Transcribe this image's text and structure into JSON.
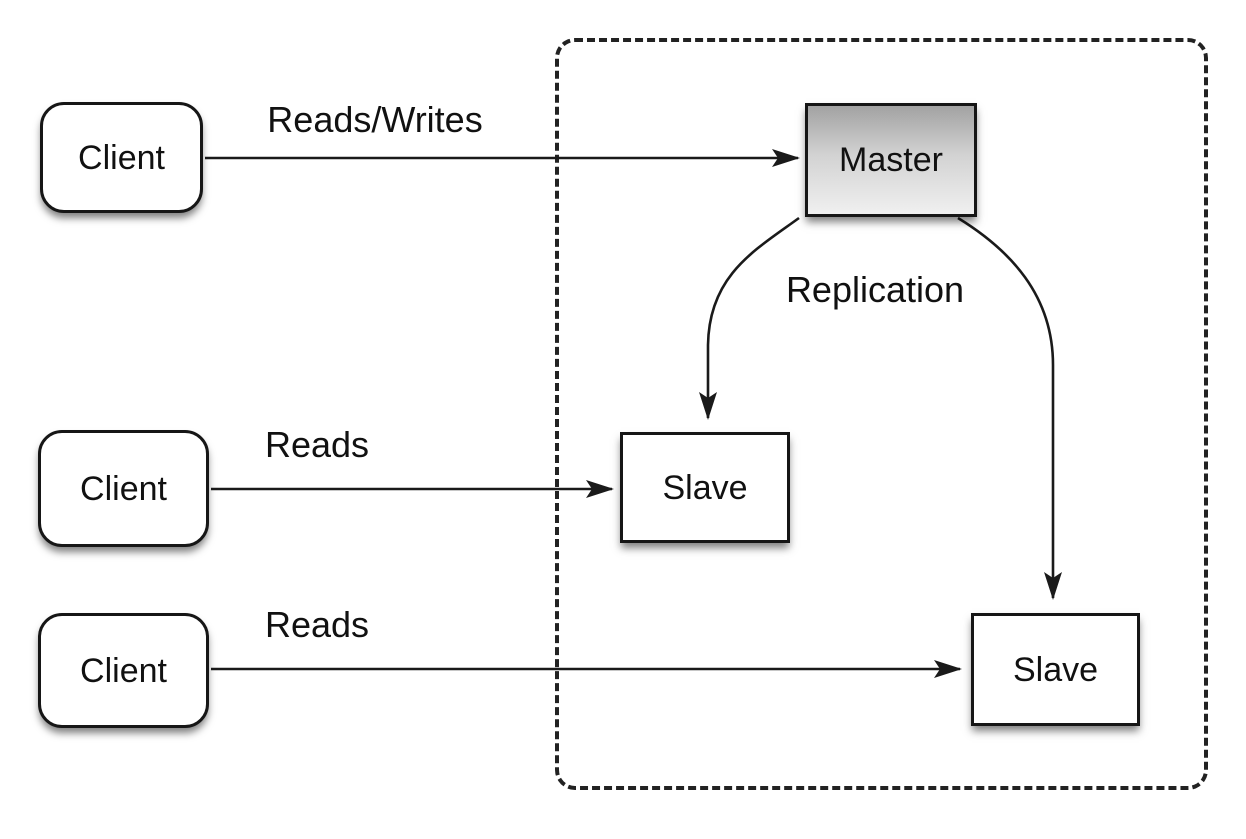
{
  "diagram": {
    "nodes": [
      {
        "id": "client-1",
        "label": "Client",
        "shape": "rounded-rect",
        "fill": "#ffffff"
      },
      {
        "id": "client-2",
        "label": "Client",
        "shape": "rounded-rect",
        "fill": "#ffffff"
      },
      {
        "id": "client-3",
        "label": "Client",
        "shape": "rounded-rect",
        "fill": "#ffffff"
      },
      {
        "id": "master",
        "label": "Master",
        "shape": "rect",
        "fill": "gray-gradient"
      },
      {
        "id": "slave-1",
        "label": "Slave",
        "shape": "rect",
        "fill": "#ffffff"
      },
      {
        "id": "slave-2",
        "label": "Slave",
        "shape": "rect",
        "fill": "#ffffff"
      }
    ],
    "edges": [
      {
        "from": "client-1",
        "to": "master",
        "label": "Reads/Writes",
        "style": "straight-arrow"
      },
      {
        "from": "client-2",
        "to": "slave-1",
        "label": "Reads",
        "style": "straight-arrow"
      },
      {
        "from": "client-3",
        "to": "slave-2",
        "label": "Reads",
        "style": "straight-arrow"
      },
      {
        "from": "master",
        "to": "slave-1",
        "label": "Replication",
        "style": "curved-arrow"
      },
      {
        "from": "master",
        "to": "slave-2",
        "label": "",
        "style": "curved-arrow"
      }
    ],
    "cluster": {
      "border": "dashed",
      "contains": [
        "master",
        "slave-1",
        "slave-2"
      ]
    },
    "colors": {
      "background": "#ffffff",
      "stroke": "#1a1a1a",
      "text": "#111111",
      "master_gradient_top": "#a2a2a2",
      "master_gradient_bottom": "#f0f0f0"
    }
  }
}
